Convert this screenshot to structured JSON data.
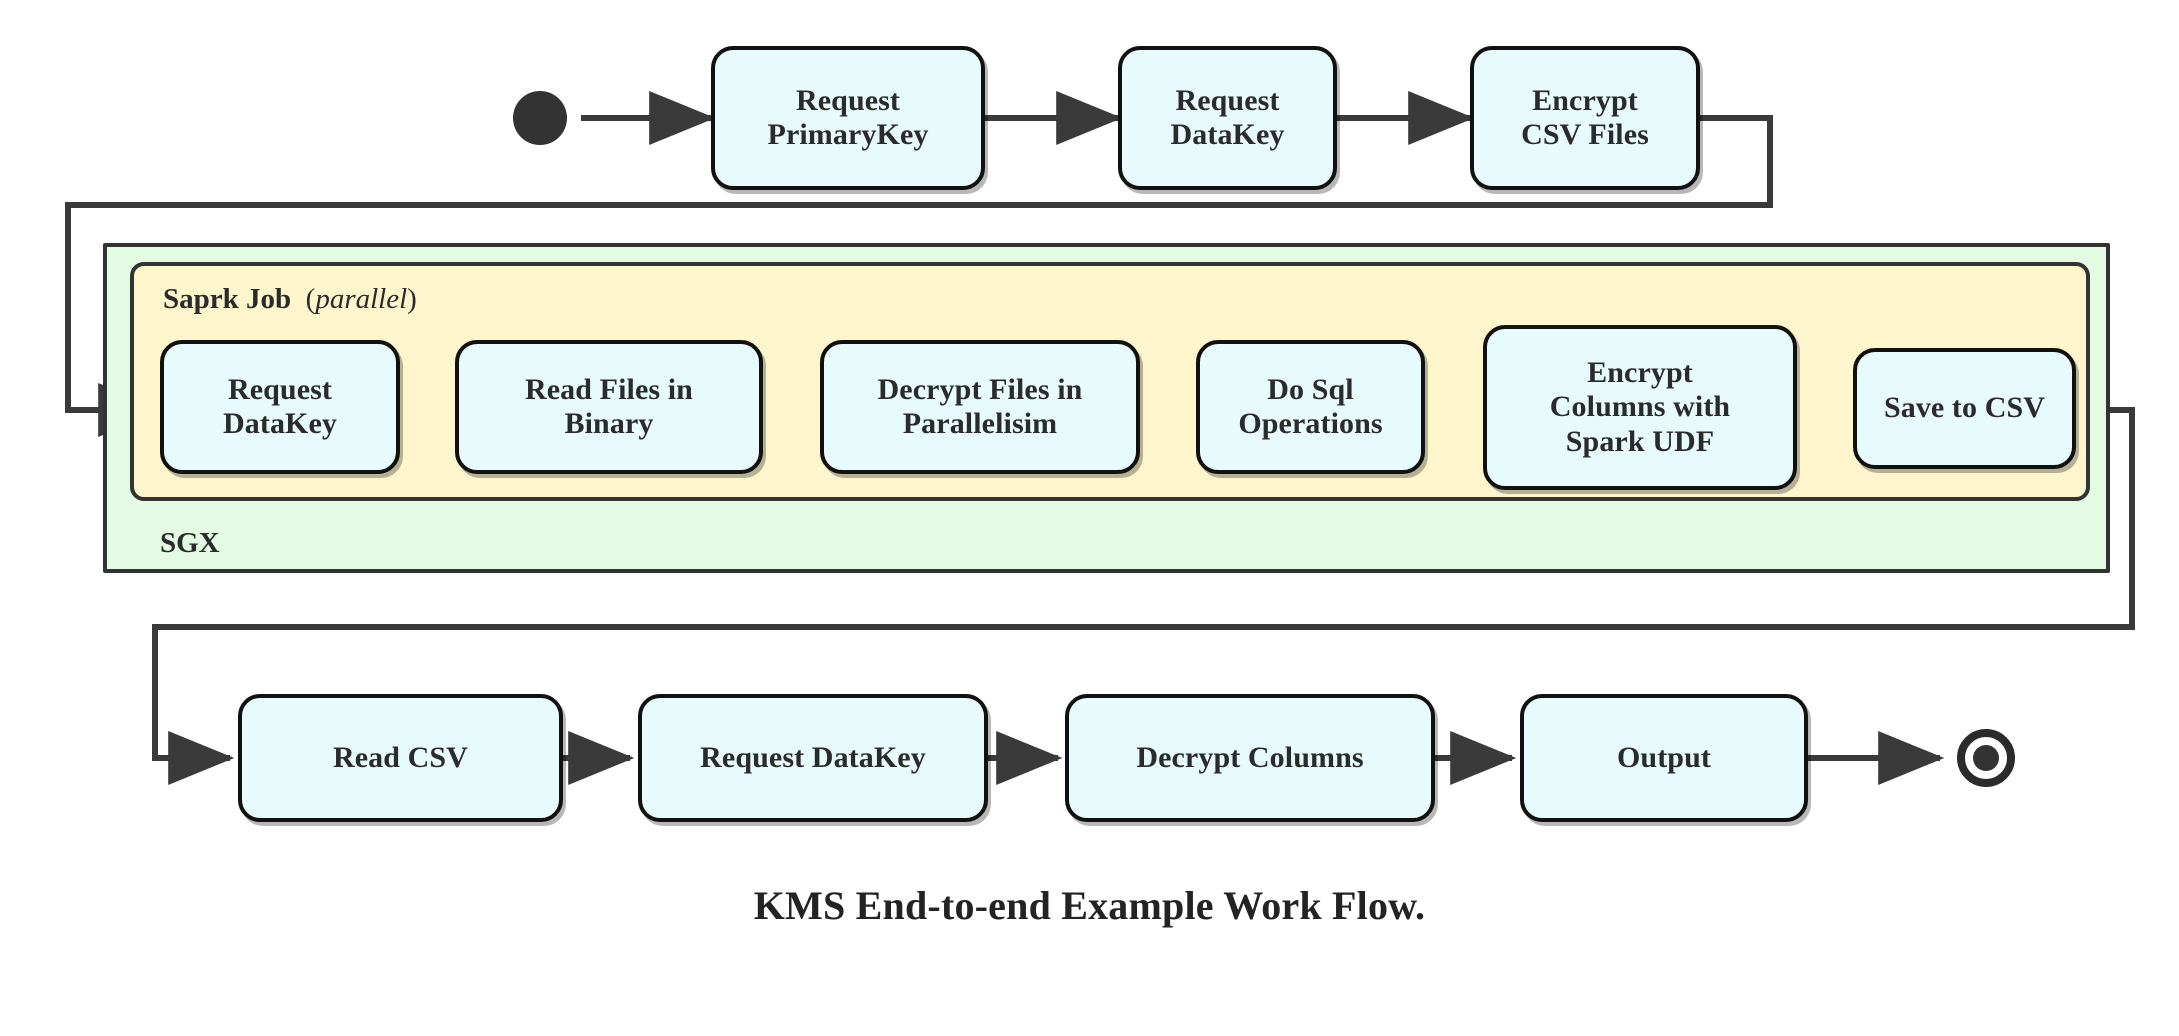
{
  "diagram": {
    "caption": "KMS End-to-end Example Work Flow.",
    "colors": {
      "node_fill": "#e8fbfc",
      "node_stroke": "#111111",
      "sgx_fill": "#e2fbe2",
      "spark_fill": "#fdf5cc",
      "container_stroke": "#333333",
      "edge": "#3a3a3a",
      "text": "#2b2b2b"
    },
    "start_marker": "start-state-dot",
    "end_marker": "end-state-ring",
    "containers": [
      {
        "id": "sgx",
        "label": "SGX",
        "label_position": "bottom-left"
      },
      {
        "id": "spark",
        "label_bold": "Saprk Job",
        "label_paren_open": "(",
        "label_italic": "parallel",
        "label_paren_close": ")",
        "label_position": "top-left"
      }
    ],
    "rows": {
      "top": [
        {
          "id": "request-primarykey",
          "lines": [
            "Request",
            "PrimaryKey"
          ]
        },
        {
          "id": "request-datakey-top",
          "lines": [
            "Request",
            "DataKey"
          ]
        },
        {
          "id": "encrypt-csv-files",
          "lines": [
            "Encrypt",
            "CSV Files"
          ]
        }
      ],
      "middle": [
        {
          "id": "request-datakey-spark",
          "lines": [
            "Request",
            "DataKey"
          ]
        },
        {
          "id": "read-files-in-binary",
          "lines": [
            "Read Files in",
            "Binary"
          ]
        },
        {
          "id": "decrypt-files-in-parallelisim",
          "lines": [
            "Decrypt Files in",
            "Parallelisim"
          ]
        },
        {
          "id": "do-sql-operations",
          "lines": [
            "Do Sql",
            "Operations"
          ]
        },
        {
          "id": "encrypt-columns-with-spark-udf",
          "lines": [
            "Encrypt",
            "Columns with",
            "Spark UDF"
          ]
        },
        {
          "id": "save-to-csv",
          "lines": [
            "Save to CSV"
          ]
        }
      ],
      "bottom": [
        {
          "id": "read-csv",
          "lines": [
            "Read CSV"
          ]
        },
        {
          "id": "request-datakey-bottom",
          "lines": [
            "Request DataKey"
          ]
        },
        {
          "id": "decrypt-columns",
          "lines": [
            "Decrypt Columns"
          ]
        },
        {
          "id": "output",
          "lines": [
            "Output"
          ]
        }
      ]
    },
    "edges": [
      {
        "from": "start",
        "to": "request-primarykey",
        "type": "straight"
      },
      {
        "from": "request-primarykey",
        "to": "request-datakey-top",
        "type": "straight"
      },
      {
        "from": "request-datakey-top",
        "to": "encrypt-csv-files",
        "type": "straight"
      },
      {
        "from": "encrypt-csv-files",
        "to": "request-datakey-spark",
        "type": "elbow-left-wrap"
      },
      {
        "from": "request-datakey-spark",
        "to": "read-files-in-binary",
        "type": "straight"
      },
      {
        "from": "read-files-in-binary",
        "to": "decrypt-files-in-parallelisim",
        "type": "straight"
      },
      {
        "from": "decrypt-files-in-parallelisim",
        "to": "do-sql-operations",
        "type": "straight"
      },
      {
        "from": "do-sql-operations",
        "to": "encrypt-columns-with-spark-udf",
        "type": "straight"
      },
      {
        "from": "encrypt-columns-with-spark-udf",
        "to": "save-to-csv",
        "type": "straight"
      },
      {
        "from": "save-to-csv",
        "to": "read-csv",
        "type": "elbow-right-wrap"
      },
      {
        "from": "read-csv",
        "to": "request-datakey-bottom",
        "type": "straight"
      },
      {
        "from": "request-datakey-bottom",
        "to": "decrypt-columns",
        "type": "straight"
      },
      {
        "from": "decrypt-columns",
        "to": "output",
        "type": "straight"
      },
      {
        "from": "output",
        "to": "end",
        "type": "straight"
      }
    ]
  }
}
